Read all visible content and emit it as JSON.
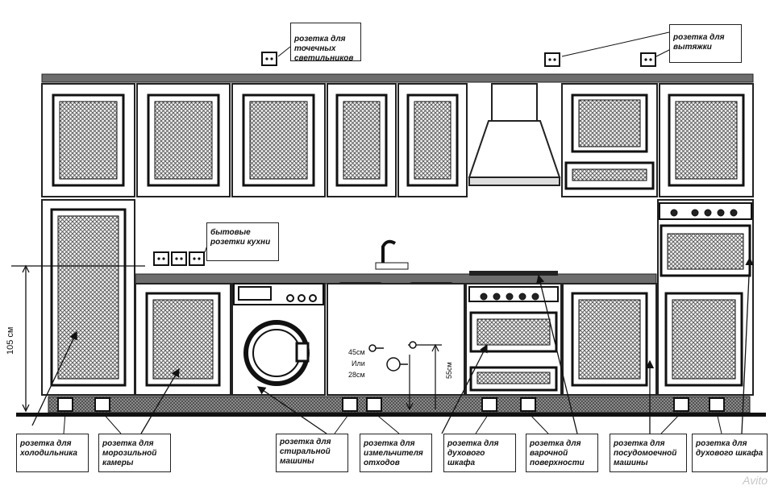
{
  "labels": {
    "spot_lights": "розетка для точечных светильников",
    "hood": "розетка для вытяжки",
    "kitchen": "бытовые розетки кухни",
    "fridge": "розетка для холодильника",
    "freezer": "розетка для морозильной камеры",
    "washer": "розетка для стиральной машины",
    "grinder": "розетка для измельчителя отходов",
    "oven1": "розетка для духового шкафа",
    "hob": "розетка для варочной поверхности",
    "dishwasher": "розетка для посудомоечной машины",
    "oven2": "розетка для духового шкафа"
  },
  "dimensions": {
    "height_total": "105 см",
    "height_grinder": "55см",
    "option_a": "45см",
    "option_or": "Или",
    "option_b": "28см"
  },
  "watermark": "Avito"
}
